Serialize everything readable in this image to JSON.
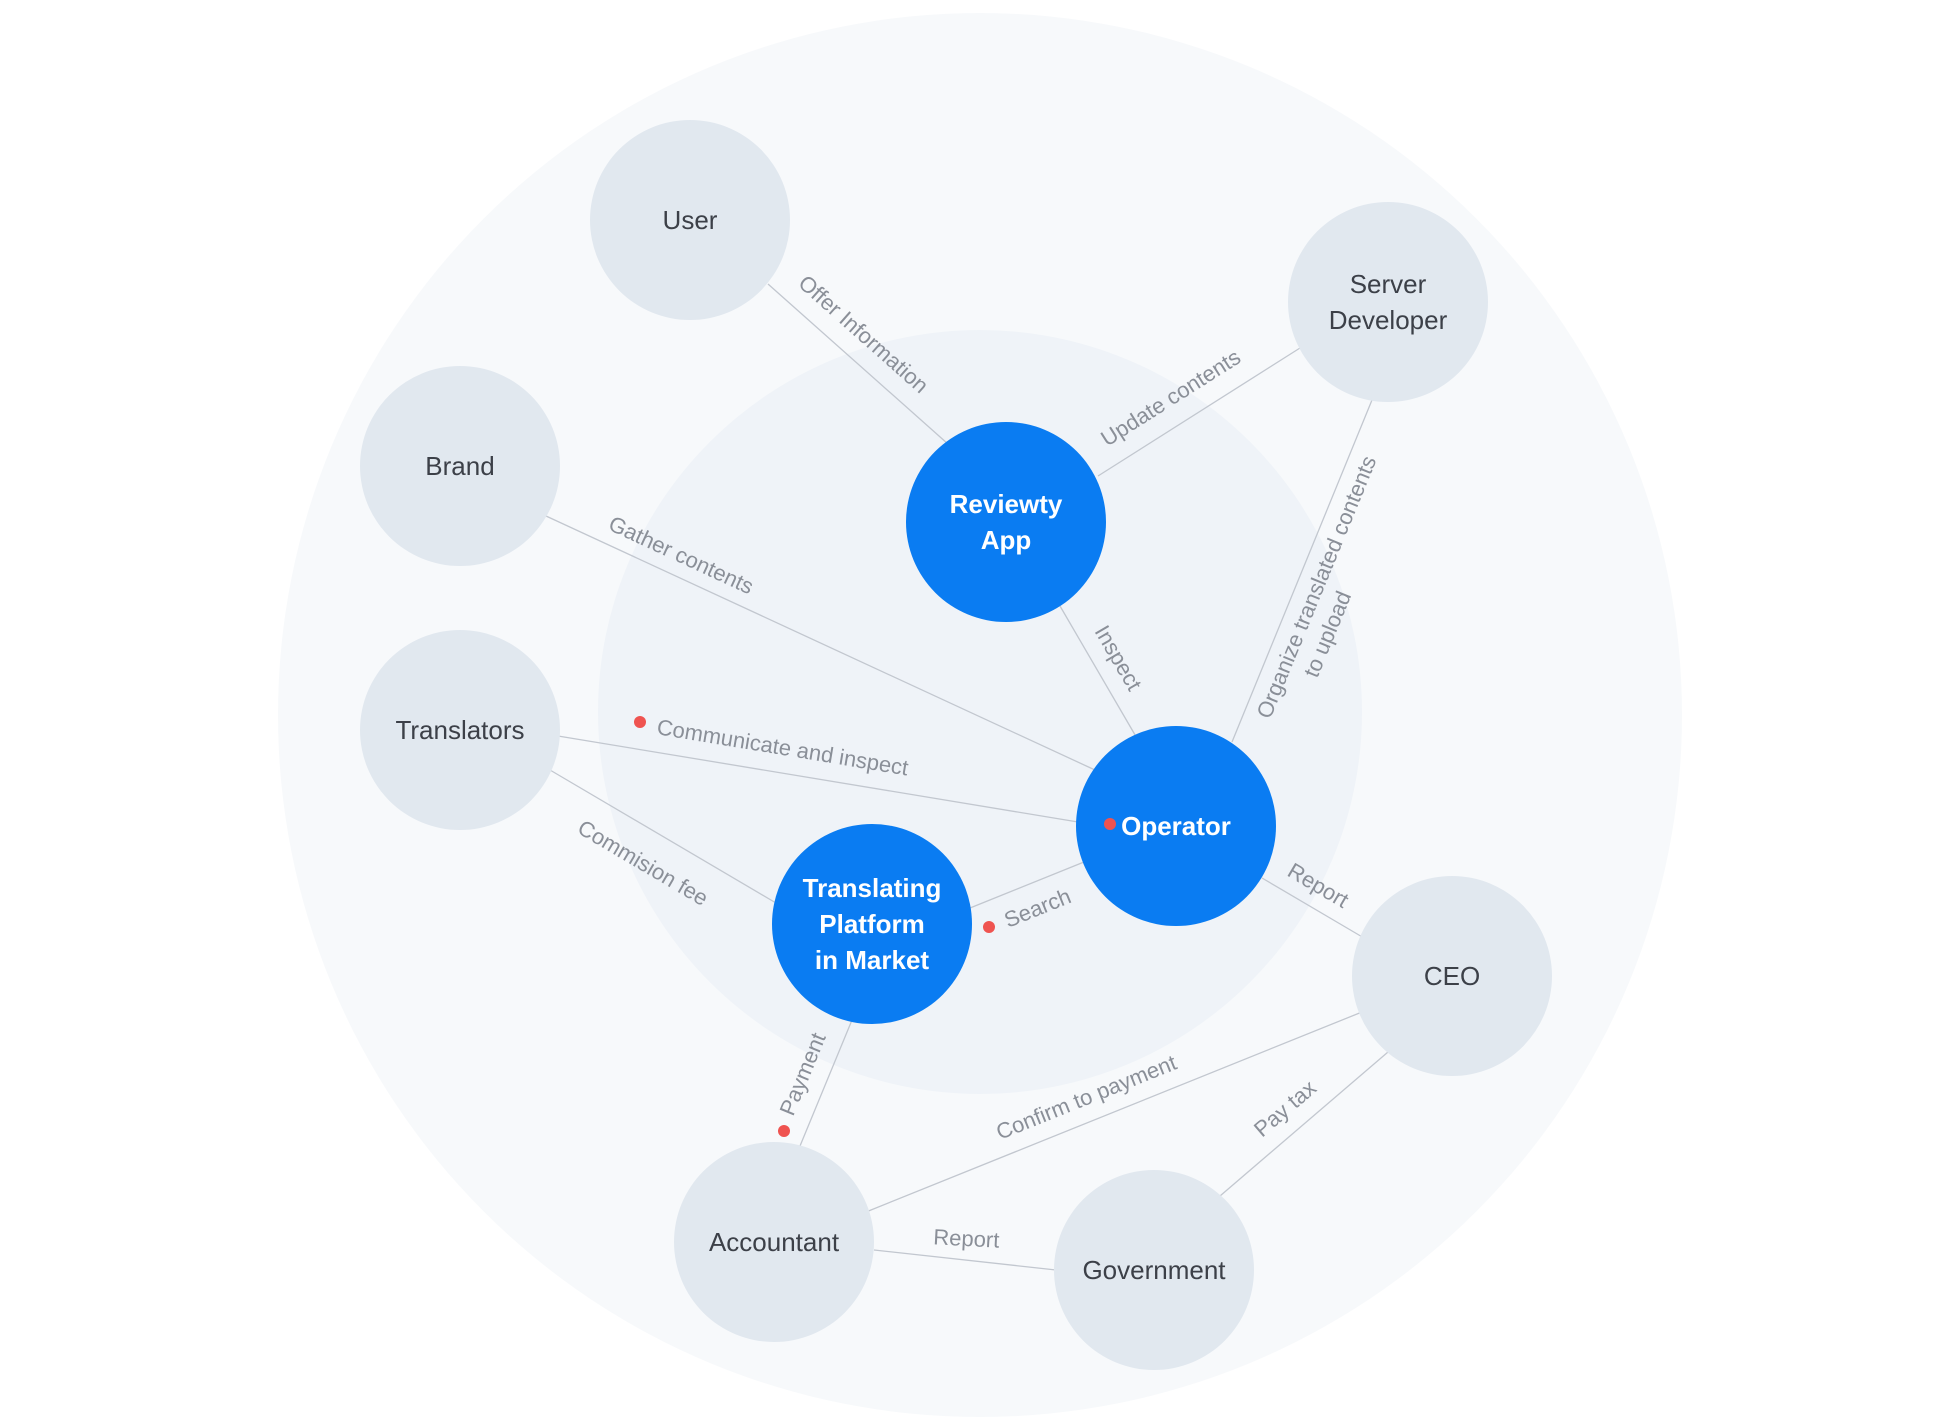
{
  "diagram": {
    "colors": {
      "outer_ring": "#f7f9fb",
      "inner_ring": "#eff3f8",
      "primary_node": "#0a7cf2",
      "secondary_node": "#e1e8ef",
      "edge": "#c2c7cf",
      "marker": "#ef5350"
    },
    "nodes": [
      {
        "id": "user",
        "lines": [
          "User"
        ],
        "kind": "secondary"
      },
      {
        "id": "server-developer",
        "lines": [
          "Server",
          "Developer"
        ],
        "kind": "secondary"
      },
      {
        "id": "brand",
        "lines": [
          "Brand"
        ],
        "kind": "secondary"
      },
      {
        "id": "translators",
        "lines": [
          "Translators"
        ],
        "kind": "secondary"
      },
      {
        "id": "ceo",
        "lines": [
          "CEO"
        ],
        "kind": "secondary"
      },
      {
        "id": "accountant",
        "lines": [
          "Accountant"
        ],
        "kind": "secondary"
      },
      {
        "id": "government",
        "lines": [
          "Government"
        ],
        "kind": "secondary"
      },
      {
        "id": "reviewty-app",
        "lines": [
          "Reviewty",
          "App"
        ],
        "kind": "primary"
      },
      {
        "id": "operator",
        "lines": [
          "Operator"
        ],
        "kind": "primary"
      },
      {
        "id": "translating-platform",
        "lines": [
          "Translating",
          "Platform",
          "in Market"
        ],
        "kind": "primary"
      }
    ],
    "edges": [
      {
        "id": "offer-information",
        "from": "user",
        "to": "reviewty-app",
        "lines": [
          "Offer Information"
        ]
      },
      {
        "id": "update-contents",
        "from": "server-developer",
        "to": "reviewty-app",
        "lines": [
          "Update contents"
        ]
      },
      {
        "id": "organize-translated",
        "from": "server-developer",
        "to": "operator",
        "lines": [
          "Organize translated contents",
          "to upload"
        ]
      },
      {
        "id": "gather-contents",
        "from": "brand",
        "to": "operator",
        "lines": [
          "Gather contents"
        ]
      },
      {
        "id": "inspect",
        "from": "reviewty-app",
        "to": "operator",
        "lines": [
          "Inspect"
        ]
      },
      {
        "id": "communicate-and-inspect",
        "from": "translators",
        "to": "operator",
        "lines": [
          "Communicate and inspect"
        ]
      },
      {
        "id": "commision-fee",
        "from": "translators",
        "to": "translating-platform",
        "lines": [
          "Commision fee"
        ]
      },
      {
        "id": "search",
        "from": "translating-platform",
        "to": "operator",
        "lines": [
          "Search"
        ]
      },
      {
        "id": "report-ceo",
        "from": "operator",
        "to": "ceo",
        "lines": [
          "Report"
        ]
      },
      {
        "id": "payment",
        "from": "translating-platform",
        "to": "accountant",
        "lines": [
          "Payment"
        ]
      },
      {
        "id": "confirm-to-payment",
        "from": "ceo",
        "to": "accountant",
        "lines": [
          "Confirm to payment"
        ]
      },
      {
        "id": "pay-tax",
        "from": "ceo",
        "to": "government",
        "lines": [
          "Pay tax"
        ]
      },
      {
        "id": "report-government",
        "from": "accountant",
        "to": "government",
        "lines": [
          "Report"
        ]
      }
    ]
  }
}
